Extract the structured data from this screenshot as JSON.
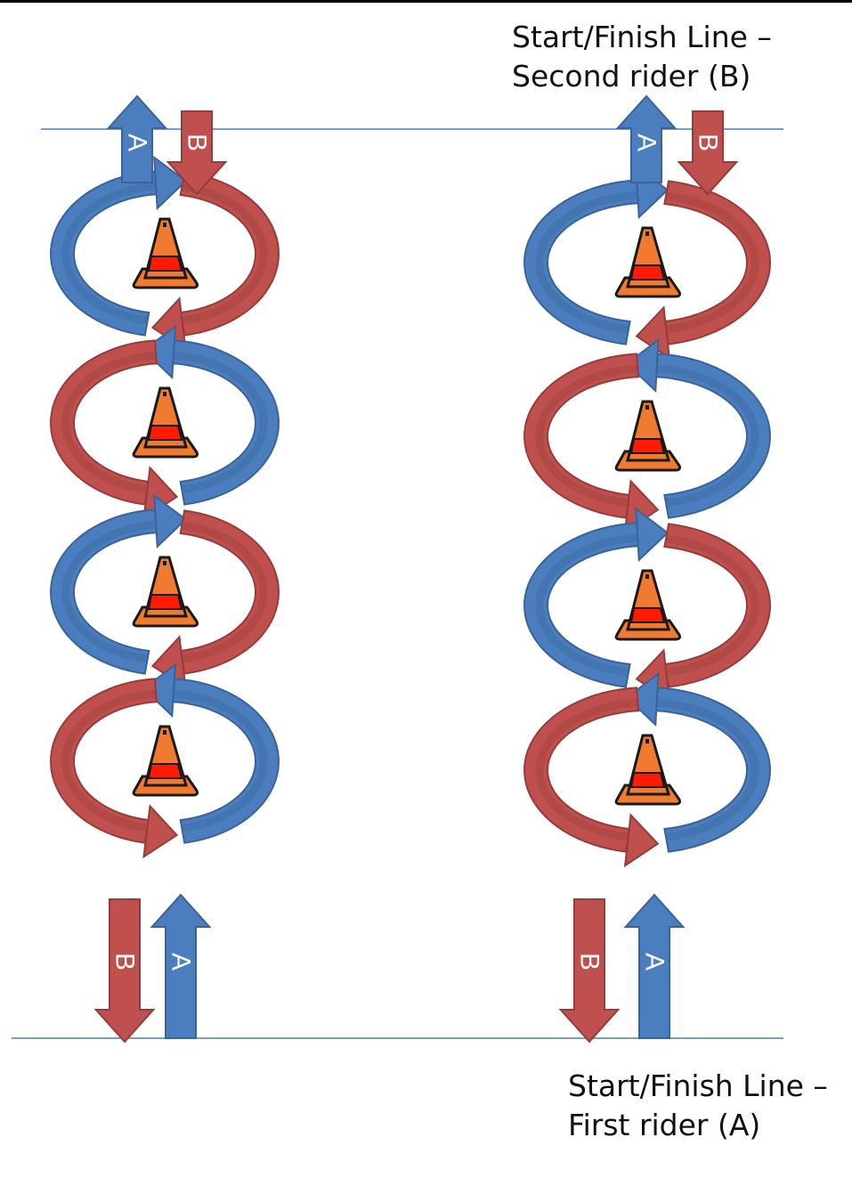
{
  "captions": {
    "top_line1": "Start/Finish Line –",
    "top_line2": "Second rider (B)",
    "bottom_line1": "Start/Finish Line –",
    "bottom_line2": "First rider (A)"
  },
  "rider_labels": {
    "a": "A",
    "b": "B"
  },
  "courses": [
    {
      "name": "left",
      "cones": 4
    },
    {
      "name": "right",
      "cones": 4
    }
  ],
  "colors": {
    "rider_a": "#4a7ebf",
    "rider_a_dark": "#3a6399",
    "rider_b": "#c0504d",
    "rider_b_dark": "#963c3a",
    "cone": "#f07a30",
    "cone_band": "#ff1a00",
    "line": "#4a7ebf",
    "background": "#ffffff"
  }
}
